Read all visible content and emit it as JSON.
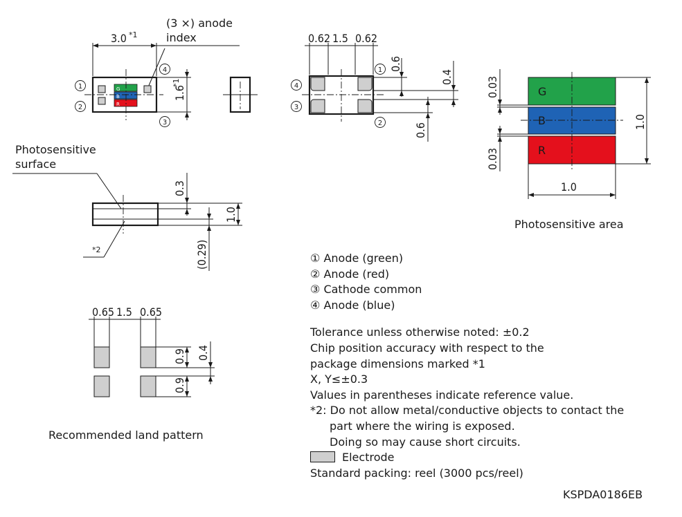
{
  "top_view": {
    "dim_width": "3.0",
    "dim_width_mark": "*1",
    "dim_height": "1.6",
    "dim_height_mark": "*1",
    "anode_index_line1": "(3 ×) anode",
    "anode_index_line2": "index",
    "chip_g": "G",
    "chip_b": "B",
    "chip_r": "R",
    "pin1": "1",
    "pin2": "2",
    "pin3": "3",
    "pin4": "4"
  },
  "bottom_view": {
    "dim_pad_left": "0.62",
    "dim_span": "1.5",
    "dim_pad_right": "0.62",
    "dim_pad_height_top": "0.6",
    "dim_gap": "0.4",
    "dim_pad_height_bottom": "0.6",
    "pin1": "1",
    "pin2": "2",
    "pin3": "3",
    "pin4": "4"
  },
  "photo_area": {
    "label_g": "G",
    "label_b": "B",
    "label_r": "R",
    "dim_gap_top": "0.03",
    "dim_gap_bottom": "0.03",
    "dim_height": "1.0",
    "dim_width": "1.0",
    "caption": "Photosensitive area",
    "colors": {
      "green": "#22a24a",
      "blue": "#1f63b5",
      "red": "#e4101c"
    }
  },
  "side_view": {
    "label_line1": "Photosensitive",
    "label_line2": "surface",
    "note_ref": "*2",
    "dim_surface_depth": "0.3",
    "dim_thickness": "1.0",
    "dim_reference": "(0.29)"
  },
  "land_pattern": {
    "dim_pad_left": "0.65",
    "dim_span": "1.5",
    "dim_pad_right": "0.65",
    "dim_pad_height_top": "0.9",
    "dim_gap": "0.4",
    "dim_pad_height_bottom": "0.9",
    "caption": "Recommended land pattern"
  },
  "pin_legend": [
    {
      "num": "①",
      "text": "Anode (green)"
    },
    {
      "num": "②",
      "text": "Anode (red)"
    },
    {
      "num": "③",
      "text": "Cathode common"
    },
    {
      "num": "④",
      "text": "Anode (blue)"
    }
  ],
  "notes": {
    "tolerance": "Tolerance unless otherwise noted: ±0.2",
    "chip_position_1": "Chip position accuracy with respect to the",
    "chip_position_2": "package dimensions marked *1",
    "xy": "X, Y≤±0.3",
    "reference": "Values in parentheses indicate reference value.",
    "note2_line1": "*2: Do not allow metal/conductive objects to contact the",
    "note2_line2": "part where the wiring is exposed.",
    "note2_line3": "Doing so may cause short circuits.",
    "electrode": "Electrode",
    "packing": "Standard packing: reel (3000 pcs/reel)"
  },
  "drawing_code": "KSPDA0186EB"
}
